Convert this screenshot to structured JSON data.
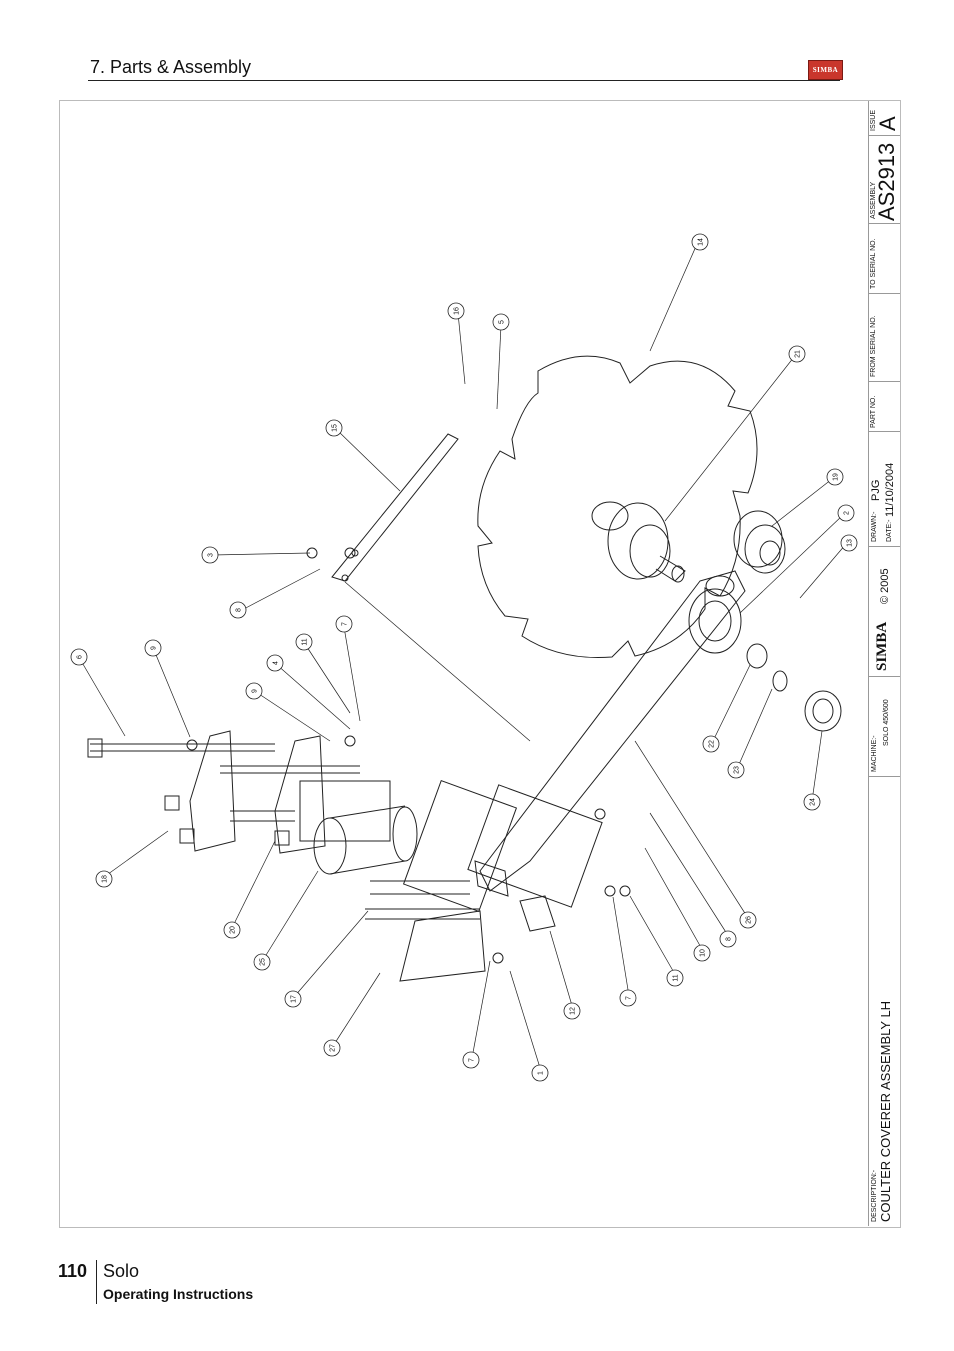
{
  "header": {
    "section_title": "7. Parts & Assembly",
    "logo_text": "SIMBA"
  },
  "title_block": {
    "issue_label": "ISSUE",
    "issue_value": "A",
    "assembly_label": "ASSEMBLY",
    "assembly_value": "AS2913",
    "to_serial_label": "TO SERIAL NO.",
    "from_serial_label": "FROM SERIAL NO.",
    "part_no_label": "PART NO.",
    "drawn_label": "DRAWN:-",
    "drawn_value": "PJG",
    "date_label": "DATE:-",
    "date_value": "11/10/2004",
    "copyright": "© 2005",
    "logo_text": "SIMBA",
    "machine_label": "MACHINE:-",
    "machine_value": "SOLO 450/600",
    "description_label": "DESCRIPTION:-",
    "description_value": "COULTER COVERER ASSEMBLY LH"
  },
  "callouts": [
    "14",
    "16",
    "5",
    "21",
    "15",
    "19",
    "3",
    "2",
    "13",
    "8",
    "7",
    "11",
    "6",
    "9",
    "4",
    "9",
    "22",
    "23",
    "24",
    "18",
    "20",
    "25",
    "17",
    "27",
    "7",
    "1",
    "12",
    "7",
    "11",
    "10",
    "8",
    "26"
  ],
  "footer": {
    "page_number": "110",
    "product": "Solo",
    "subtitle": "Operating Instructions"
  }
}
